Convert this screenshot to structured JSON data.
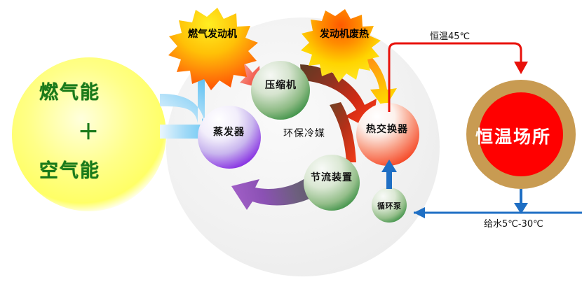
{
  "diagram": {
    "title_nodes": {
      "source": {
        "line1": "燃气能",
        "plus": "＋",
        "line2": "空气能"
      },
      "center_label": "环保冷媒",
      "destination": "恒温场所"
    },
    "cycle_nodes": [
      {
        "id": "compressor",
        "label": "压缩机",
        "color": "#4e9a4e"
      },
      {
        "id": "evaporator",
        "label": "蒸发器",
        "color": "#8a2be2"
      },
      {
        "id": "throttle",
        "label": "节流装置",
        "color": "#4e9a4e"
      },
      {
        "id": "heat-exchanger",
        "label": "热交换器",
        "color": "#f03010"
      },
      {
        "id": "circulation-pump",
        "label": "循环泵",
        "color": "#33a04d"
      }
    ],
    "starbursts": [
      {
        "id": "gas-engine",
        "label": "燃气发动机",
        "color": "#ff6a00"
      },
      {
        "id": "engine-waste-heat",
        "label": "发动机废热",
        "color": "#ffdd00"
      }
    ],
    "annotations": [
      {
        "id": "hot-supply",
        "label": "恒温45℃",
        "color": "#e8110b"
      },
      {
        "id": "water-supply",
        "label": "给水5℃-30℃",
        "color": "#1f6fc4"
      }
    ],
    "colors": {
      "sun": "#ffff66",
      "backdrop": "#f0f0f0",
      "hot_line": "#e8110b",
      "cold_line": "#1f6fc4",
      "light_blue_arrow": "#6ec8f5",
      "ring": "#c89b52",
      "place_fill": "#ff0000"
    }
  }
}
